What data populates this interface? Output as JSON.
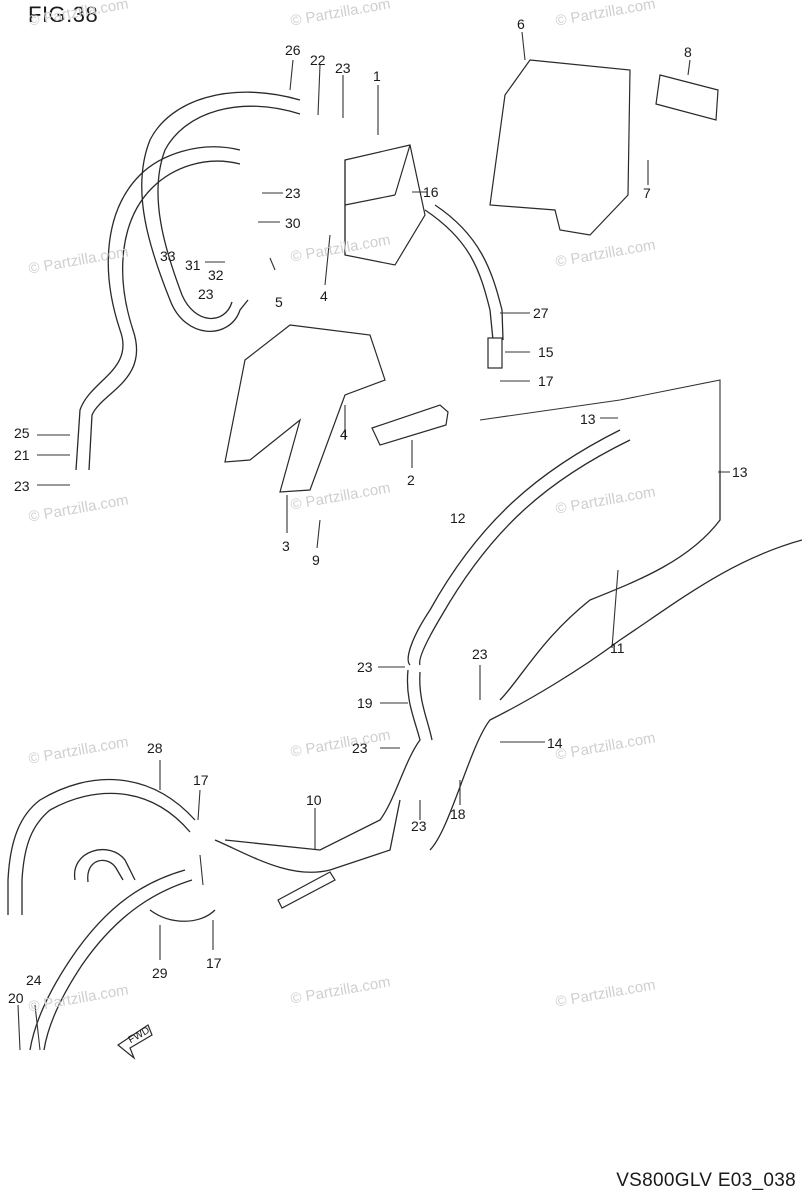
{
  "figure": {
    "title": "FIG.38",
    "code": "VS800GLV E03_038"
  },
  "watermark": {
    "text": "© Partzilla.com"
  },
  "callouts": [
    "1",
    "2",
    "3",
    "4",
    "4",
    "5",
    "6",
    "7",
    "8",
    "9",
    "10",
    "11",
    "12",
    "13",
    "13",
    "14",
    "15",
    "16",
    "17",
    "17",
    "17",
    "17",
    "18",
    "19",
    "20",
    "21",
    "22",
    "23",
    "23",
    "23",
    "23",
    "23",
    "23",
    "23",
    "23",
    "24",
    "25",
    "26",
    "27",
    "28",
    "29",
    "30",
    "31",
    "32",
    "33"
  ],
  "fwd_label": "FWD"
}
